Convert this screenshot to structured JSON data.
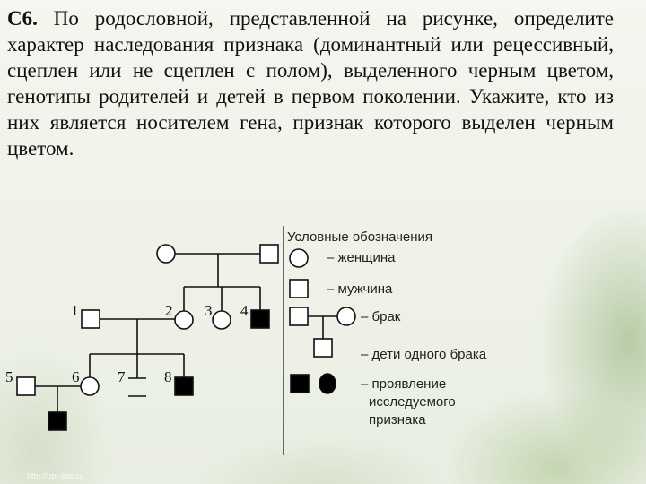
{
  "task": {
    "label": "С6.",
    "text": "По родословной, представленной на рисунке, определите характер наследования признака (доминантный или рецессивный, сцеплен или не сцеплен с полом), выделенного черным цветом, генотипы родителей и детей в первом поколении. Укажите, кто из них является носителем гена, признак которого выделен черным цветом."
  },
  "pedigree": {
    "numbers": [
      "1",
      "2",
      "3",
      "4",
      "5",
      "6",
      "7",
      "8"
    ]
  },
  "legend": {
    "title": "Условные обозначения",
    "female": "– женщина",
    "male": "– мужчина",
    "marriage": "– брак",
    "children": "– дети одного брака",
    "trait_line1": "– проявление",
    "trait_line2": "исследуемого",
    "trait_line3": "признака"
  },
  "footer": {
    "watermark": "http://ppt-zoo.ru"
  },
  "colors": {
    "affected": "#000000",
    "line": "#111111"
  }
}
